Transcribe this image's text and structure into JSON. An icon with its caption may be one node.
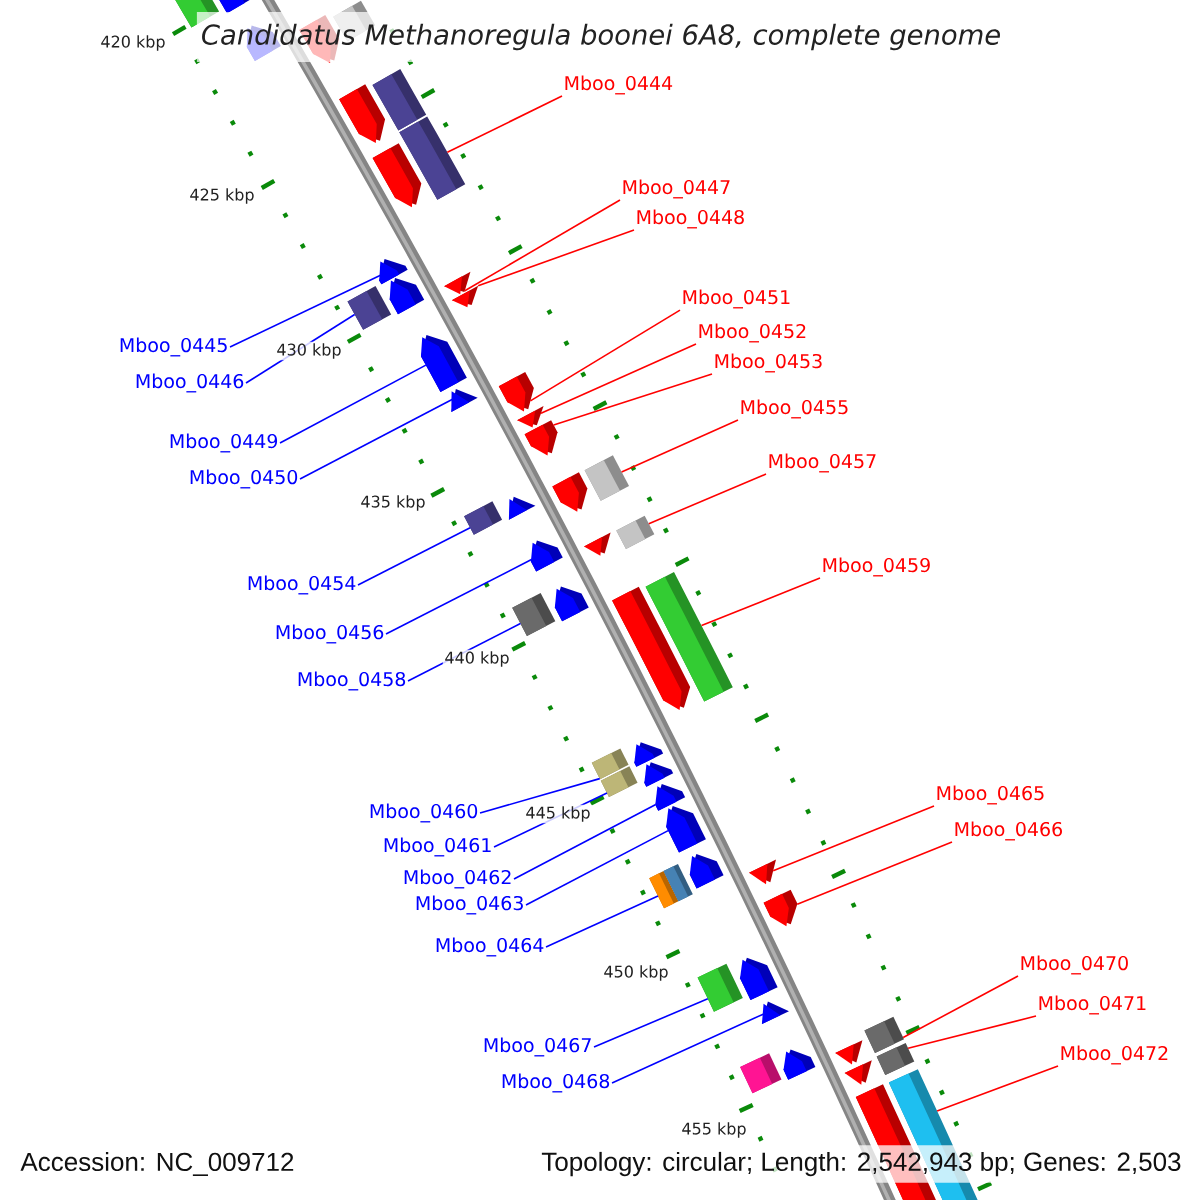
{
  "diagram": {
    "title": "Candidatus Methanoregula boonei 6A8, complete genome",
    "nodes": [
      {
        "text": [
          "Mboo_0444"
        ]
      },
      {
        "text": [
          "Mboo_0445"
        ]
      },
      {
        "text": [
          "Mboo_0446"
        ]
      },
      {
        "text": [
          "Mboo_0447"
        ]
      },
      {
        "text": [
          "Mboo_0448"
        ]
      },
      {
        "text": [
          "Mboo_0449"
        ]
      },
      {
        "text": [
          "Mboo_0450"
        ]
      },
      {
        "text": [
          "Mboo_0451"
        ]
      },
      {
        "text": [
          "Mboo_0452"
        ]
      },
      {
        "text": [
          "Mboo_0453"
        ]
      },
      {
        "text": [
          "Mboo_0454"
        ]
      },
      {
        "text": [
          "Mboo_0455"
        ]
      },
      {
        "text": [
          "Mboo_0456"
        ]
      },
      {
        "text": [
          "Mboo_0457"
        ]
      },
      {
        "text": [
          "Mboo_0458"
        ]
      },
      {
        "text": [
          "Mboo_0459"
        ]
      },
      {
        "text": [
          "Mboo_0460"
        ]
      },
      {
        "text": [
          "Mboo_0461"
        ]
      },
      {
        "text": [
          "Mboo_0462"
        ]
      },
      {
        "text": [
          "Mboo_0463"
        ]
      },
      {
        "text": [
          "Mboo_0464"
        ]
      },
      {
        "text": [
          "Mboo_0465"
        ]
      },
      {
        "text": [
          "Mboo_0466"
        ]
      },
      {
        "text": [
          "Mboo_0467"
        ]
      },
      {
        "text": [
          "Mboo_0468"
        ]
      },
      {
        "text": [
          "Mboo_0470"
        ]
      },
      {
        "text": [
          "Mboo_0471"
        ]
      },
      {
        "text": [
          "Mboo_0472"
        ]
      },
      {
        "text": [],
        "shape": "bar"
      },
      {
        "text": [],
        "shape": "pentagon"
      },
      {
        "text": [],
        "shape": "pentagon"
      },
      {
        "text": [],
        "shape": "pentagon"
      },
      {
        "text": [],
        "shape": "bar"
      },
      {
        "text": [],
        "shape": "pentagon"
      },
      {
        "text": [],
        "shape": "bar"
      },
      {
        "text": [],
        "shape": "bar"
      },
      {
        "text": [],
        "shape": "pentagon"
      },
      {
        "text": [],
        "shape": "pentagon"
      },
      {
        "text": [],
        "shape": "bar"
      },
      {
        "text": [],
        "shape": "pentagon"
      },
      {
        "text": [],
        "shape": "triangle"
      },
      {
        "text": [],
        "shape": "triangle"
      },
      {
        "text": [],
        "shape": "pentagon"
      },
      {
        "text": [],
        "shape": "triangle"
      },
      {
        "text": [],
        "shape": "pentagon"
      },
      {
        "text": [],
        "shape": "triangle"
      },
      {
        "text": [],
        "shape": "pentagon"
      },
      {
        "text": [],
        "shape": "bar"
      },
      {
        "text": [],
        "shape": "triangle"
      },
      {
        "text": [],
        "shape": "pentagon"
      },
      {
        "text": [],
        "shape": "bar"
      },
      {
        "text": [],
        "shape": "pentagon"
      },
      {
        "text": [],
        "shape": "triangle"
      },
      {
        "text": [],
        "shape": "bar"
      },
      {
        "text": [],
        "shape": "bar"
      },
      {
        "text": [],
        "shape": "pentagon"
      },
      {
        "text": [],
        "shape": "pentagon"
      },
      {
        "text": [],
        "shape": "bar"
      },
      {
        "text": [],
        "shape": "bar"
      },
      {
        "text": [],
        "shape": "pentagon"
      },
      {
        "text": [],
        "shape": "bar"
      },
      {
        "text": [],
        "shape": "pentagon"
      },
      {
        "text": [],
        "shape": "pentagon"
      },
      {
        "text": [],
        "shape": "pentagon"
      },
      {
        "text": [],
        "shape": "pentagon"
      },
      {
        "text": [],
        "shape": "bar"
      },
      {
        "text": [],
        "shape": "triangle"
      },
      {
        "text": [],
        "shape": "pentagon"
      },
      {
        "text": [],
        "shape": "bar"
      },
      {
        "text": [],
        "shape": "pentagon"
      },
      {
        "text": [],
        "shape": "triangle"
      },
      {
        "text": [],
        "shape": "bar"
      },
      {
        "text": [],
        "shape": "pentagon"
      },
      {
        "text": [],
        "shape": "bar"
      },
      {
        "text": [],
        "shape": "triangle"
      },
      {
        "text": [],
        "shape": "bar"
      },
      {
        "text": [],
        "shape": "triangle"
      },
      {
        "text": [],
        "shape": "bar"
      },
      {
        "text": [],
        "shape": "pentagon"
      }
    ],
    "edges": [
      {
        "from": 0,
        "to": 35,
        "arrow": "none"
      },
      {
        "from": 1,
        "to": 37,
        "arrow": "none",
        "color": "#0000ff"
      },
      {
        "from": 2,
        "to": 38,
        "arrow": "none",
        "color": "#0000ff"
      },
      {
        "from": 3,
        "to": 40,
        "arrow": "none"
      },
      {
        "from": 4,
        "to": 41,
        "arrow": "none"
      },
      {
        "from": 5,
        "to": 42,
        "arrow": "none",
        "color": "#0000ff"
      },
      {
        "from": 6,
        "to": 43,
        "arrow": "none",
        "color": "#0000ff"
      },
      {
        "from": 7,
        "to": 44,
        "arrow": "none"
      },
      {
        "from": 8,
        "to": 45,
        "arrow": "none"
      },
      {
        "from": 9,
        "to": 46,
        "arrow": "none"
      },
      {
        "from": 10,
        "to": 47,
        "arrow": "none",
        "color": "#0000ff"
      },
      {
        "from": 11,
        "to": 50,
        "arrow": "none"
      },
      {
        "from": 12,
        "to": 51,
        "arrow": "none",
        "color": "#0000ff"
      },
      {
        "from": 13,
        "to": 53,
        "arrow": "none"
      },
      {
        "from": 14,
        "to": 54,
        "arrow": "none",
        "color": "#0000ff"
      },
      {
        "from": 15,
        "to": 57,
        "arrow": "none"
      },
      {
        "from": 16,
        "to": 58,
        "arrow": "none",
        "color": "#0000ff"
      },
      {
        "from": 17,
        "to": 60,
        "arrow": "none",
        "color": "#0000ff"
      },
      {
        "from": 18,
        "to": 62,
        "arrow": "none",
        "color": "#0000ff"
      },
      {
        "from": 19,
        "to": 63,
        "arrow": "none",
        "color": "#0000ff"
      },
      {
        "from": 20,
        "to": 65,
        "arrow": "none",
        "color": "#0000ff"
      },
      {
        "from": 21,
        "to": 66,
        "arrow": "none"
      },
      {
        "from": 22,
        "to": 67,
        "arrow": "none"
      },
      {
        "from": 23,
        "to": 68,
        "arrow": "none",
        "color": "#0000ff"
      },
      {
        "from": 24,
        "to": 70,
        "arrow": "none",
        "color": "#0000ff"
      },
      {
        "from": 25,
        "to": 73,
        "arrow": "none"
      },
      {
        "from": 26,
        "to": 75,
        "arrow": "none"
      },
      {
        "from": 27,
        "to": 77,
        "arrow": "none"
      }
    ],
    "labels": [
      "420 kbp",
      "425 kbp",
      "430 kbp",
      "435 kbp",
      "440 kbp",
      "445 kbp",
      "450 kbp",
      "455 kbp",
      "Accession: NC_009712",
      "Topology: circular; Length: 2,542,943 bp; Genes: 2,503"
    ]
  }
}
